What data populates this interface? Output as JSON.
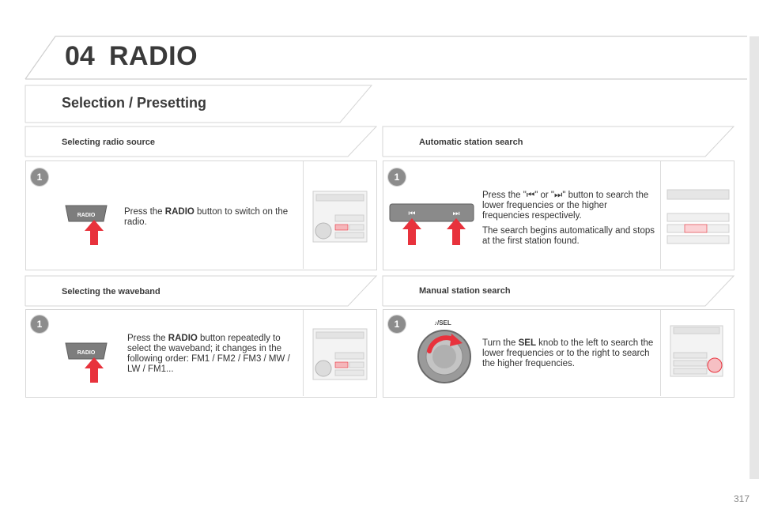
{
  "header": {
    "chapter_number": "04",
    "chapter_title": "RADIO"
  },
  "section": {
    "title": "Selection / Presetting"
  },
  "blocks": {
    "radio_source": {
      "title": "Selecting radio source",
      "step": "1",
      "pre": "Press the ",
      "bold": "RADIO",
      "post": " button to switch on the radio.",
      "button_label": "RADIO"
    },
    "waveband": {
      "title": "Selecting the waveband",
      "step": "1",
      "pre": "Press the ",
      "bold": "RADIO",
      "post": " button repeatedly to select the waveband; it changes in the following order: FM1 / FM2 / FM3 / MW / LW / FM1...",
      "button_label": "RADIO"
    },
    "auto_search": {
      "title": "Automatic station search",
      "step": "1",
      "line1": "Press the \"⏮\" or \"⏭\" button to search the lower frequencies or the higher frequencies respectively.",
      "line2": "The search begins automatically and stops at the first station found."
    },
    "manual_search": {
      "title": "Manual station search",
      "step": "1",
      "pre": "Turn the ",
      "bold": "SEL",
      "post": " knob to the left to search the lower frequencies or to the right to search the higher frequencies.",
      "knob_label": "♪/SEL"
    }
  },
  "footer": {
    "page_number": "317"
  },
  "colors": {
    "accent_red": "#e8323c",
    "badge_gray": "#8c8c8c",
    "frame_gray": "#cfcfcf"
  }
}
